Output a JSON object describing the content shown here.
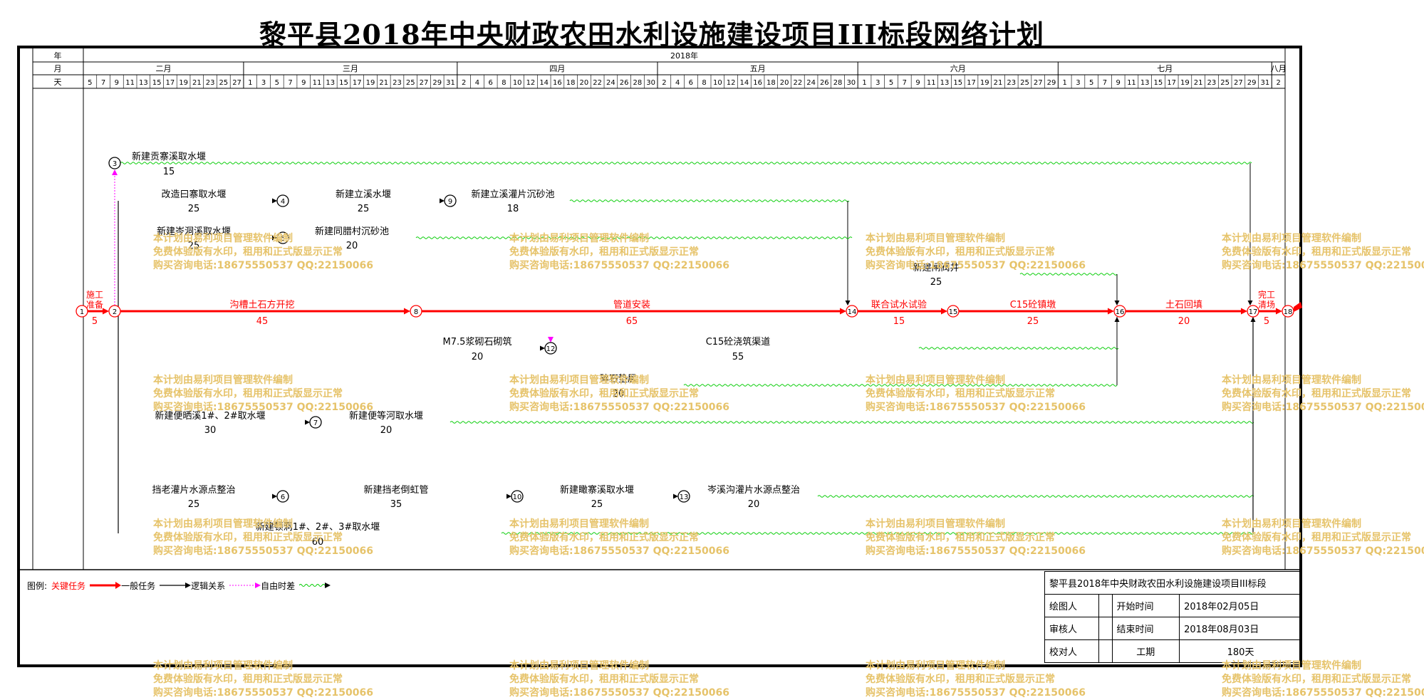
{
  "title": "黎平县2018年中央财政农田水利设施建设项目III标段网络计划",
  "header": {
    "row_year_label": "年",
    "row_month_label": "月",
    "row_day_label": "天",
    "year": "2018年",
    "months": [
      "二月",
      "三月",
      "四月",
      "五月",
      "六月",
      "七月",
      "八月"
    ],
    "days": [
      [
        5,
        7,
        9,
        11,
        13,
        15,
        17,
        19,
        21,
        23,
        25,
        27
      ],
      [
        1,
        3,
        5,
        7,
        9,
        11,
        13,
        15,
        17,
        19,
        21,
        23,
        25,
        27,
        29,
        31
      ],
      [
        2,
        4,
        6,
        8,
        10,
        12,
        14,
        16,
        18,
        20,
        22,
        24,
        26,
        28,
        30
      ],
      [
        2,
        4,
        6,
        8,
        10,
        12,
        14,
        16,
        18,
        20,
        22,
        24,
        26,
        28,
        30
      ],
      [
        1,
        3,
        5,
        7,
        9,
        11,
        13,
        15,
        17,
        19,
        21,
        23,
        25,
        27,
        29
      ],
      [
        1,
        3,
        5,
        7,
        9,
        11,
        13,
        15,
        17,
        19,
        21,
        23,
        25,
        27,
        29,
        31
      ],
      [
        2
      ]
    ]
  },
  "nodes": [
    "1",
    "2",
    "3",
    "4",
    "5",
    "6",
    "7",
    "8",
    "9",
    "10",
    "12",
    "13",
    "14",
    "15",
    "16",
    "17",
    "18"
  ],
  "tasks": [
    {
      "name": "施工准备",
      "duration": "5",
      "type": "critical"
    },
    {
      "name": "沟槽土石方开挖",
      "duration": "45",
      "type": "critical"
    },
    {
      "name": "管道安装",
      "duration": "65",
      "type": "critical"
    },
    {
      "name": "联合试水试验",
      "duration": "15",
      "type": "critical"
    },
    {
      "name": "C15砼镇墩",
      "duration": "25",
      "type": "critical"
    },
    {
      "name": "土石回填",
      "duration": "20",
      "type": "critical"
    },
    {
      "name": "完工清场",
      "duration": "5",
      "type": "critical"
    },
    {
      "name": "新建贡寨溪取水堰",
      "duration": "15",
      "type": "normal"
    },
    {
      "name": "改造曰寨取水堰",
      "duration": "25",
      "type": "normal"
    },
    {
      "name": "新建立溪水堰",
      "duration": "25",
      "type": "normal"
    },
    {
      "name": "新建立溪灌片沉砂池",
      "duration": "18",
      "type": "normal"
    },
    {
      "name": "新建岑洞溪取水堰",
      "duration": "25",
      "type": "normal"
    },
    {
      "name": "新建同腊村沉砂池",
      "duration": "20",
      "type": "normal"
    },
    {
      "name": "新建闸阀井",
      "duration": "25",
      "type": "normal"
    },
    {
      "name": "M7.5浆砌石砌筑",
      "duration": "20",
      "type": "normal"
    },
    {
      "name": "C15砼浇筑渠道",
      "duration": "55",
      "type": "normal"
    },
    {
      "name": "碎石垫层",
      "duration": "20",
      "type": "normal"
    },
    {
      "name": "新建便晒溪1#、2#取水堰",
      "duration": "30",
      "type": "normal"
    },
    {
      "name": "新建便等河取水堰",
      "duration": "20",
      "type": "normal"
    },
    {
      "name": "挡老灌片水源点整治",
      "duration": "25",
      "type": "normal"
    },
    {
      "name": "新建挡老倒虹管",
      "duration": "35",
      "type": "normal"
    },
    {
      "name": "新建瞰寨溪取水堰",
      "duration": "25",
      "type": "normal"
    },
    {
      "name": "岑溪沟灌片水源点整治",
      "duration": "20",
      "type": "normal"
    },
    {
      "name": "新建顿洞1#、2#、3#取水堰",
      "duration": "60",
      "type": "normal"
    }
  ],
  "legend": {
    "label": "图例:",
    "critical": "关键任务",
    "normal": "一般任务",
    "logic": "逻辑关系",
    "float": "自由时差"
  },
  "info": {
    "project": "黎平县2018年中央财政农田水利设施建设项目III标段",
    "drawer": "绘图人",
    "reviewer": "审核人",
    "checker": "校对人",
    "start_label": "开始时间",
    "start": "2018年02月05日",
    "end_label": "结束时间",
    "end": "2018年08月03日",
    "duration_label": "工期",
    "duration": "180天"
  },
  "watermark": [
    "本计划由易利项目管理软件编制",
    "免费体验版有水印，租用和正式版显示正常",
    "购买咨询电话:18675550537 QQ:22150066"
  ],
  "colors": {
    "critical": "#ff0000",
    "normal": "#000000",
    "float": "#00cc00",
    "logic": "#ff00ff",
    "watermark": "#e6c36a"
  }
}
